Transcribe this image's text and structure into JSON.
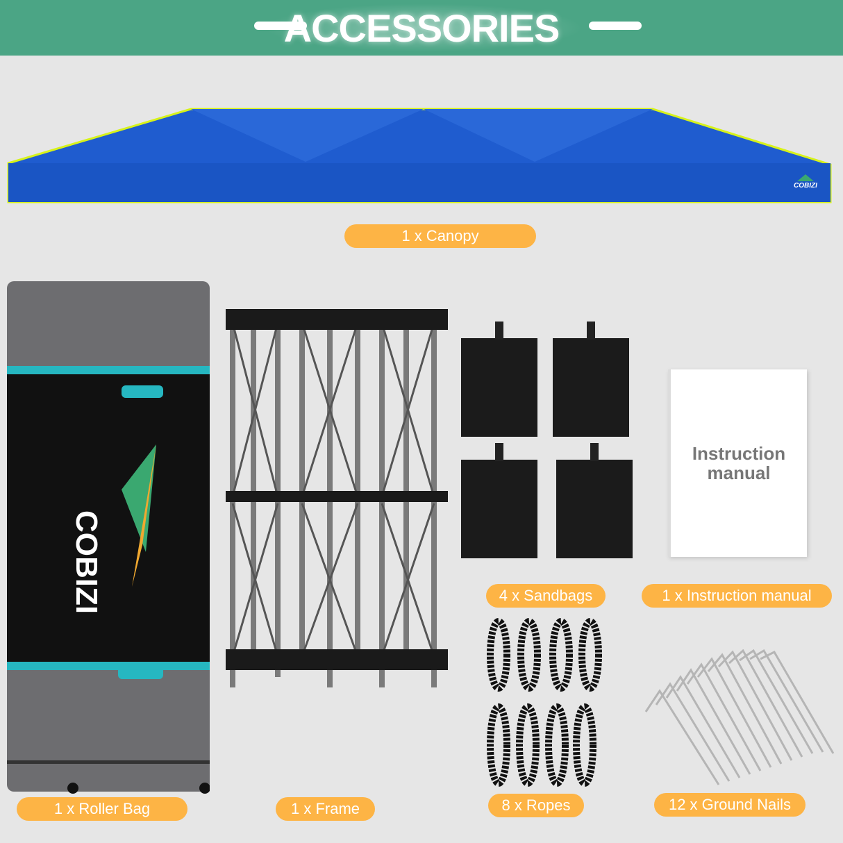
{
  "header": {
    "title": "ACCESSORIES",
    "background_color": "#4ba585"
  },
  "items": [
    {
      "id": "canopy",
      "label": "1 x Canopy"
    },
    {
      "id": "roller-bag",
      "label": "1 x Roller Bag"
    },
    {
      "id": "frame",
      "label": "1 x Frame"
    },
    {
      "id": "sandbags",
      "label": "4 x Sandbags"
    },
    {
      "id": "instruction-manual",
      "label": "1 x Instruction manual"
    },
    {
      "id": "ropes",
      "label": "8 x Ropes"
    },
    {
      "id": "ground-nails",
      "label": "12 x Ground Nails"
    }
  ],
  "canopy": {
    "brand": "COBIZI",
    "color": "#1f5ccf",
    "trim_color": "#d7f21a"
  },
  "roller_bag": {
    "brand": "COBIZI",
    "accent_color": "#26b7c1"
  },
  "manual": {
    "text_line1": "Instruction",
    "text_line2": "manual"
  },
  "pill_color": "#fdb445"
}
